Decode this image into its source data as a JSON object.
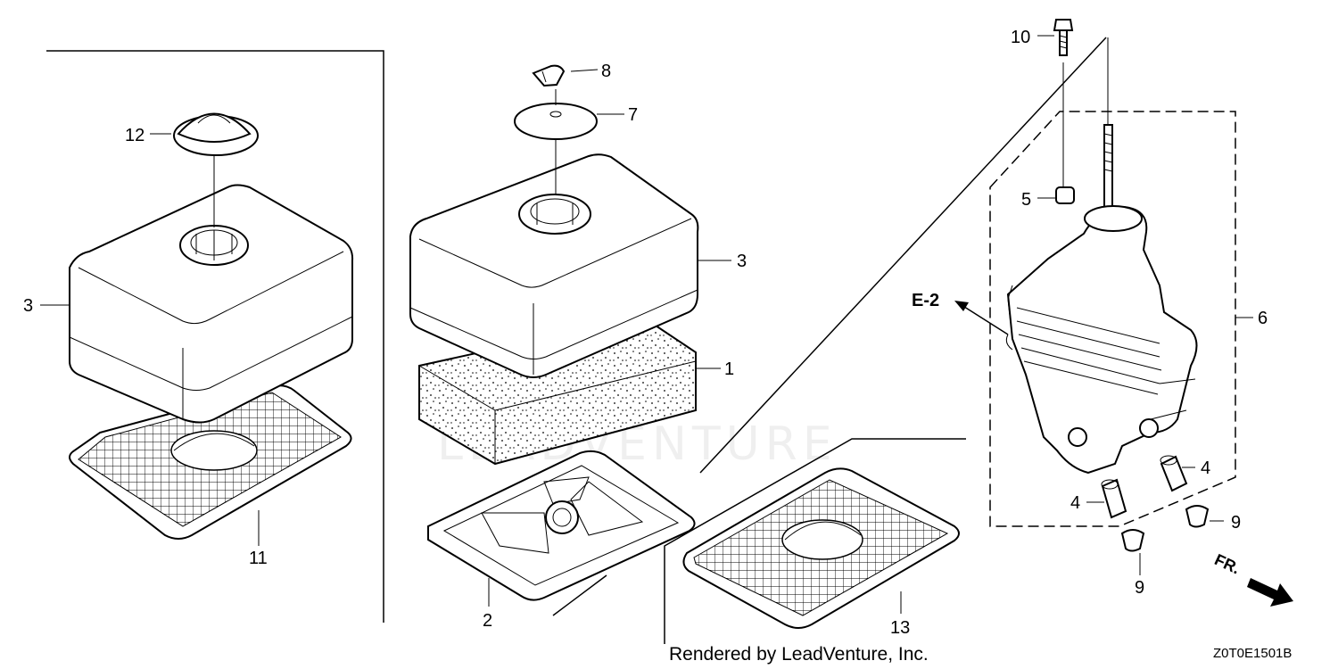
{
  "diagram": {
    "callouts": {
      "c1": "1",
      "c2": "2",
      "c3a": "3",
      "c3b": "3",
      "c4a": "4",
      "c4b": "4",
      "c5": "5",
      "c6": "6",
      "c7": "7",
      "c8": "8",
      "c9a": "9",
      "c9b": "9",
      "c10": "10",
      "c11": "11",
      "c12": "12",
      "c13": "13"
    },
    "reference_label": "E-2",
    "direction_label": "FR.",
    "credit": "Rendered by LeadVenture, Inc.",
    "diagram_code": "Z0T0E1501B",
    "watermark": "LEADVENTURE"
  }
}
